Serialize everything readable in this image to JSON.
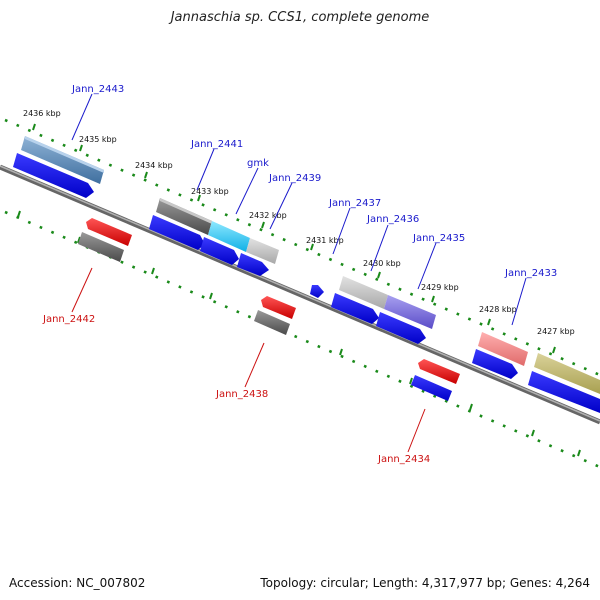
{
  "title": "Jannaschia sp. CCS1, complete genome",
  "footer": {
    "accession": "Accession: NC_007802",
    "summary": "Topology: circular; Length: 4,317,977 bp; Genes: 4,264"
  },
  "colors": {
    "backbone": "#8a8a8a",
    "tick": "#1a8a1a",
    "cds": "#1010ee",
    "label_forward": "#1a1acc",
    "label_reverse": "#cc1111"
  },
  "kbp_labels": [
    "2436 kbp",
    "2435 kbp",
    "2434 kbp",
    "2433 kbp",
    "2432 kbp",
    "2431 kbp",
    "2430 kbp",
    "2429 kbp",
    "2428 kbp",
    "2427 kbp"
  ],
  "gene_labels_forward": [
    "Jann_2443",
    "Jann_2441",
    "gmk",
    "Jann_2439",
    "Jann_2437",
    "Jann_2436",
    "Jann_2435",
    "Jann_2433"
  ],
  "gene_labels_reverse": [
    "Jann_2442",
    "Jann_2438",
    "Jann_2434"
  ]
}
